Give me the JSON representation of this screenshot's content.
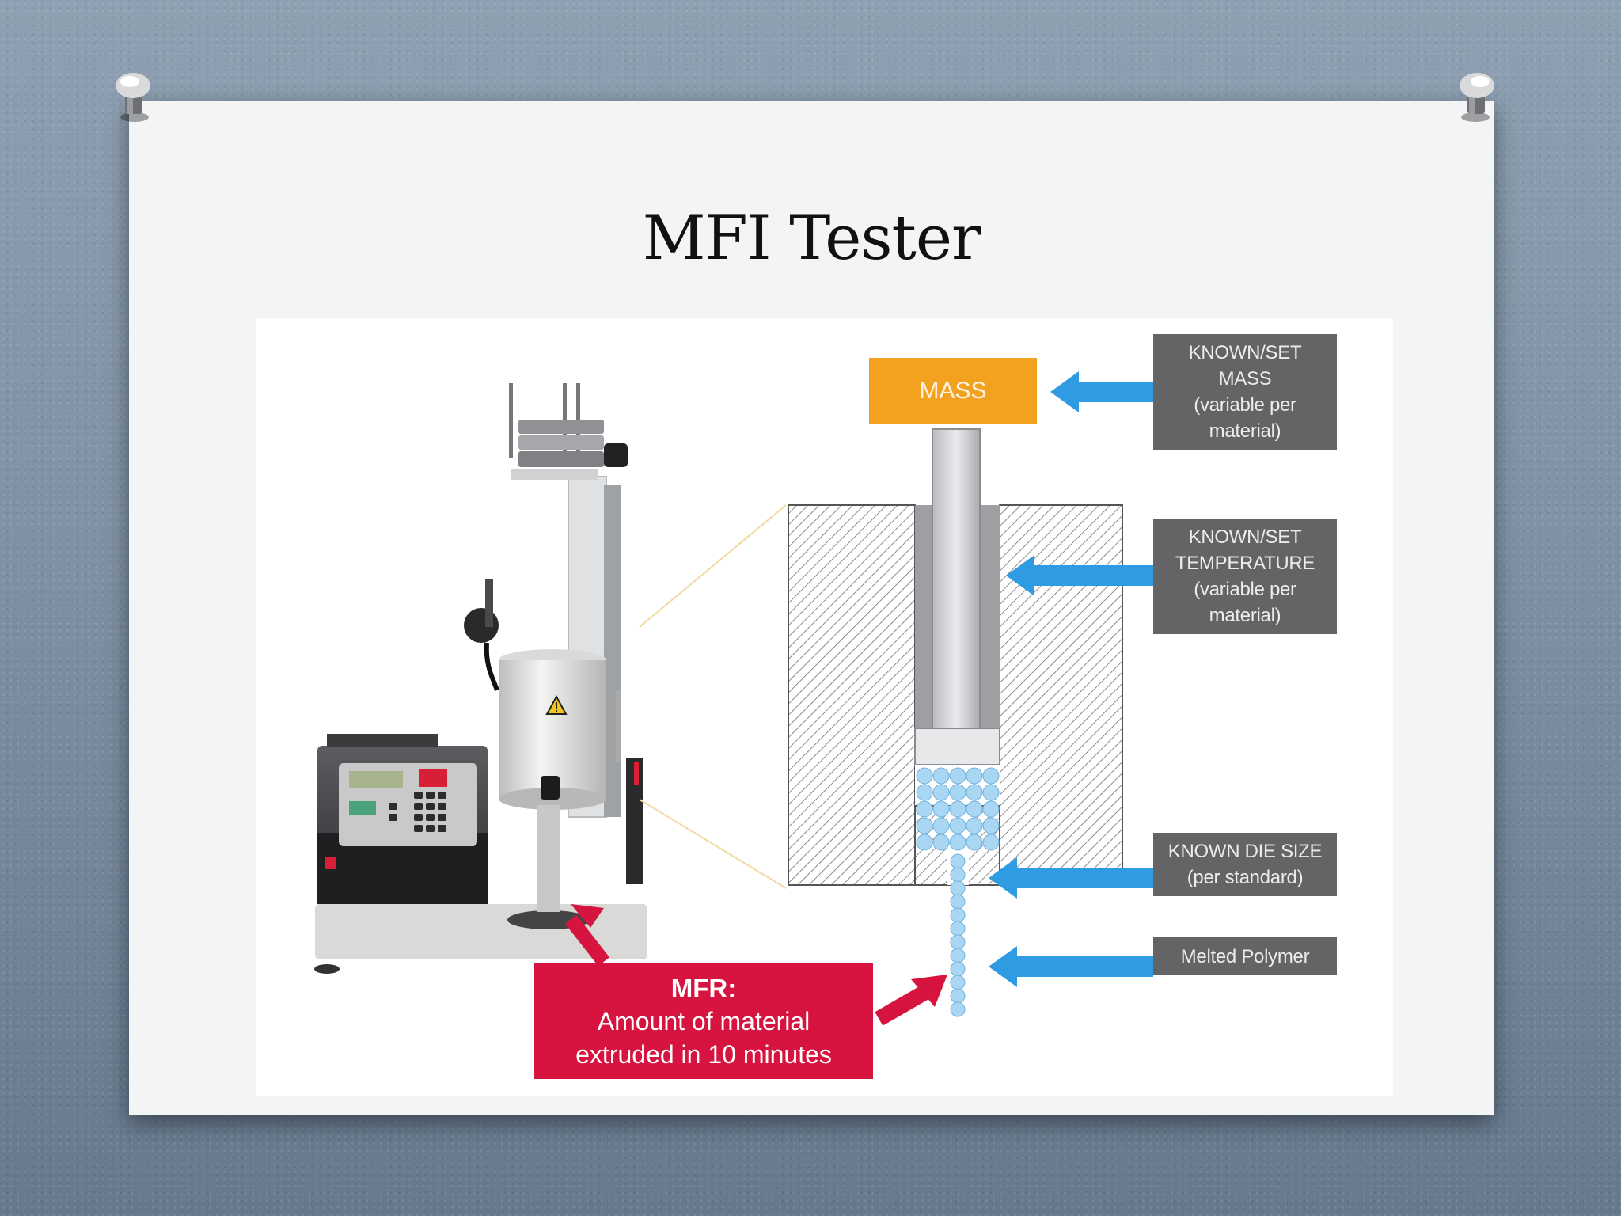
{
  "slide": {
    "title": "MFI Tester"
  },
  "diagram": {
    "mass_block": "MASS",
    "labels": {
      "mass": [
        "KNOWN/SET",
        "MASS",
        "(variable per",
        "material)"
      ],
      "temperature": [
        "KNOWN/SET",
        "TEMPERATURE",
        "(variable per",
        "material)"
      ],
      "die_size": [
        "KNOWN DIE SIZE",
        "(per standard)"
      ],
      "melted_polymer": [
        "Melted Polymer"
      ]
    },
    "mfr": {
      "title": "MFR:",
      "line1": "Amount of material",
      "line2": "extruded in 10 minutes"
    }
  },
  "colors": {
    "arrow_blue": "#2f9be3",
    "mass_orange": "#f3a21f",
    "label_gray": "#646466",
    "mfr_red": "#d7143f",
    "bead_blue": "#a9d6f2"
  },
  "icons": [
    "pushpin-icon",
    "warning-icon"
  ]
}
